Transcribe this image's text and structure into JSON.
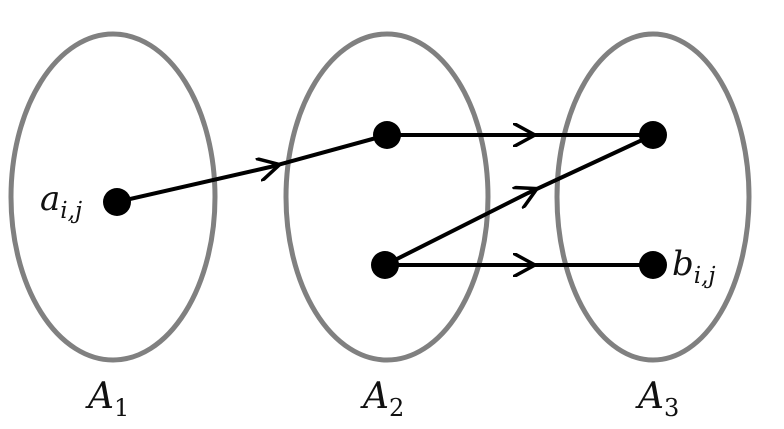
{
  "diagram": {
    "sets": [
      {
        "id": "A1",
        "label": "A",
        "subscript": "1"
      },
      {
        "id": "A2",
        "label": "A",
        "subscript": "2"
      },
      {
        "id": "A3",
        "label": "A",
        "subscript": "3"
      }
    ],
    "points": [
      {
        "id": "a",
        "label": "a",
        "subscript": "i,j"
      },
      {
        "id": "b",
        "label": "b",
        "subscript": "i,j"
      }
    ],
    "colors": {
      "ellipse_stroke": "#808080",
      "arrow": "#000000",
      "node": "#000000",
      "text": "#111111"
    }
  }
}
